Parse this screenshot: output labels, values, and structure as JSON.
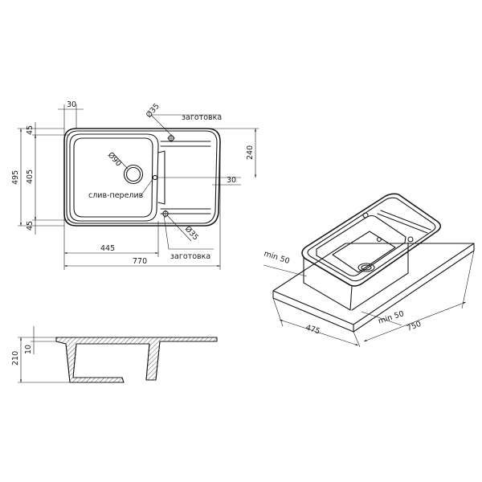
{
  "top_view": {
    "dims": {
      "left_offset": "30",
      "top_band": "45",
      "inner_height": "405",
      "bottom_band": "45",
      "overall_height": "495",
      "bowl_width": "445",
      "overall_width": "770",
      "tap_hole_offset": "240",
      "overflow_offset": "30"
    },
    "labels": {
      "tap_hole_dia_top": "Ø35",
      "tap_hole_dia_bottom": "Ø35",
      "drain_dia": "Ø90",
      "blank_top": "заготовка",
      "blank_bottom": "заготовка",
      "overflow": "слив-перелив"
    }
  },
  "section_view": {
    "dims": {
      "overall_depth": "210",
      "rim": "10"
    }
  },
  "iso_view": {
    "dims": {
      "min_gap_left": "min 50",
      "min_gap_right": "min 50",
      "cabinet_depth": "475",
      "cabinet_width": "750"
    }
  }
}
